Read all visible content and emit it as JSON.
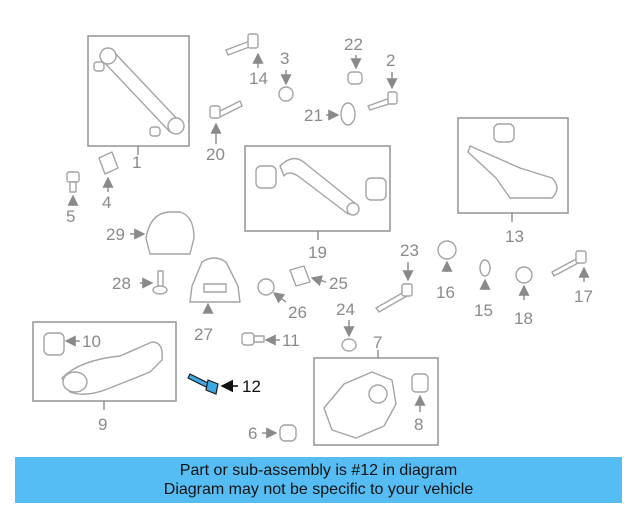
{
  "labels": {
    "l1": "1",
    "l2": "2",
    "l3": "3",
    "l4": "4",
    "l5": "5",
    "l6": "6",
    "l7": "7",
    "l8": "8",
    "l9": "9",
    "l10": "10",
    "l11": "11",
    "l12": "12",
    "l13": "13",
    "l14": "14",
    "l15": "15",
    "l16": "16",
    "l17": "17",
    "l18": "18",
    "l19": "19",
    "l20": "20",
    "l21": "21",
    "l22": "22",
    "l23": "23",
    "l24": "24",
    "l25": "25",
    "l26": "26",
    "l27": "27",
    "l28": "28",
    "l29": "29"
  },
  "highlighted_part": "12",
  "colors": {
    "banner_bg": "#55bdf4",
    "highlight_part": "#3fa8e0",
    "muted_line": "#a4a4a4"
  },
  "banner": {
    "line1": "Part or sub-assembly is #12 in diagram",
    "line2": "Diagram may not be specific to your vehicle"
  }
}
